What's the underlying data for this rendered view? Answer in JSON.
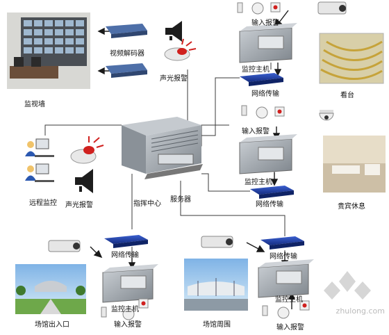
{
  "labels": {
    "video_wall": "监视墙",
    "video_decoder": "视频解码器",
    "sound_light_alarm": "声光报警",
    "remote_monitor": "远程监控",
    "sound_light_alarm_2": "声光报警",
    "command_center": "指挥中心",
    "server": "服务器",
    "net_top": "网络传输",
    "host_top": "监控主机",
    "alarm_in_top": "输入报警",
    "stands": "看台",
    "alarm_in_right": "输入报警",
    "host_right": "监控主机",
    "net_right": "网络传输",
    "vip_lounge": "贵宾休息",
    "net_bl": "网络传输",
    "host_bl": "监控主机",
    "alarm_in_bl": "输入报警",
    "entrance": "场馆出入口",
    "net_br": "网络传输",
    "host_br": "监控主机",
    "alarm_in_br": "输入报警",
    "perimeter": "场馆周围"
  },
  "watermark": "zhulong.com",
  "colors": {
    "line": "#3a3a3a",
    "server_body": "#9aa1a8",
    "switch_blue": "#1f3fa8",
    "alarm_red": "#d0201e"
  }
}
